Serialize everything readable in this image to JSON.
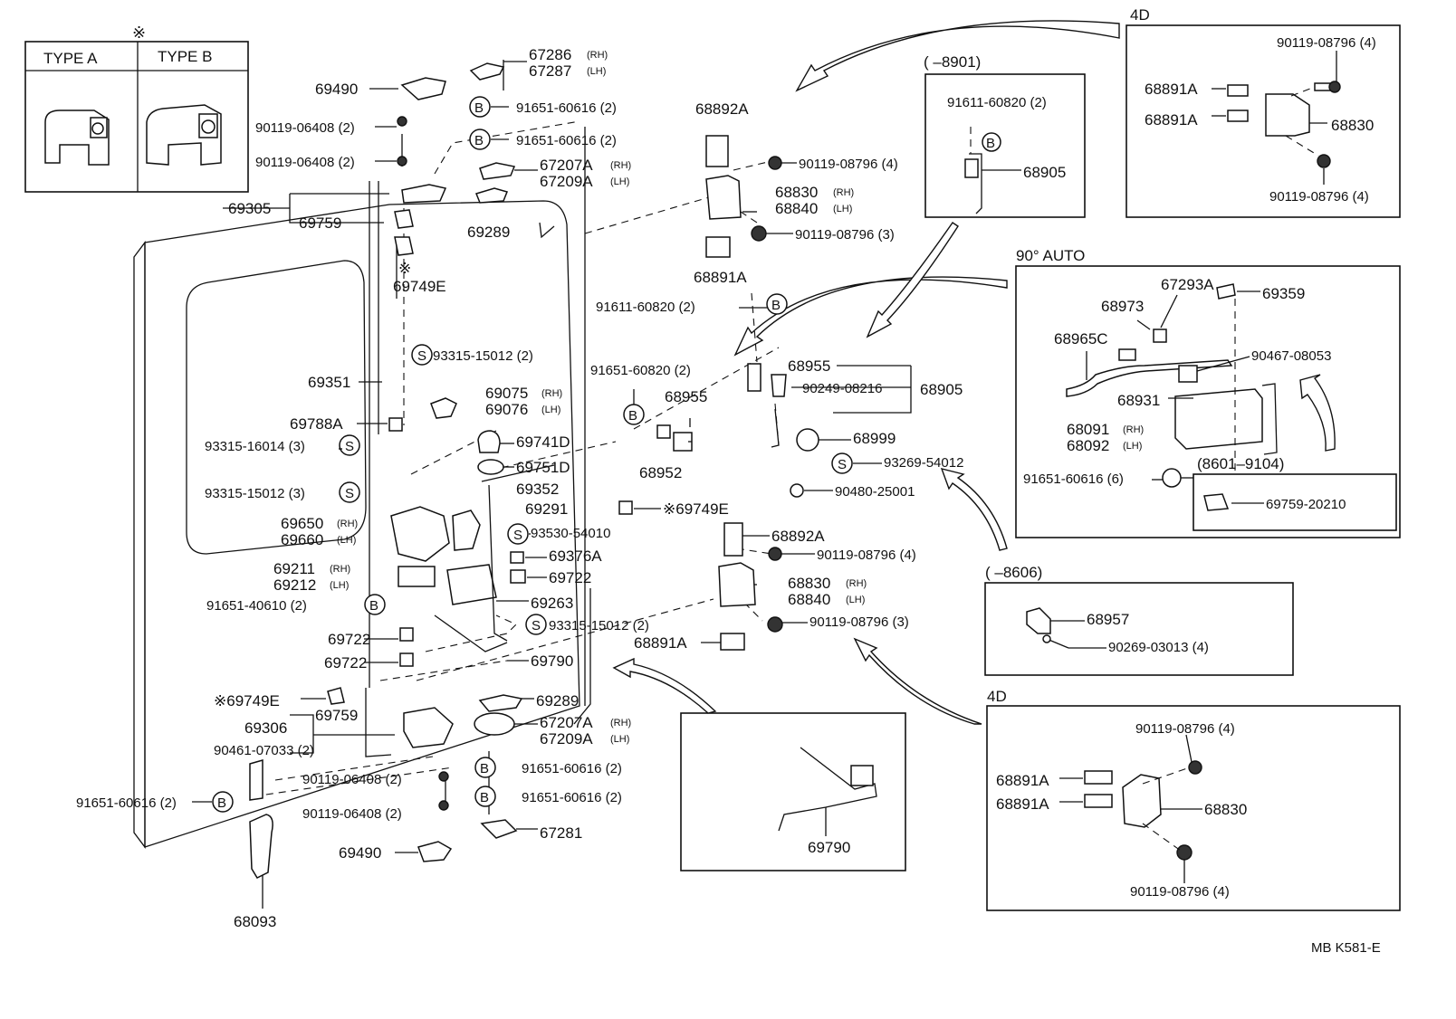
{
  "type_box": {
    "mark": "※",
    "type_a": "TYPE  A",
    "type_b": "TYPE  B"
  },
  "legend": {
    "b": "B",
    "s": "S"
  },
  "insets": {
    "box1_title": "4D",
    "box2_title": "(     –8901)",
    "box3_title": "90° AUTO",
    "box3_sub": "(8601–9104)",
    "box4_title": "(     –8606)",
    "box5_title": "4D"
  },
  "footer": {
    "code": "MB  K581-E"
  },
  "labels": {
    "p69490_top": "69490",
    "p90119_06408_a": "90119-06408 (2)",
    "p90119_06408_b": "90119-06408 (2)",
    "p69305": "69305",
    "p69759_top": "69759",
    "p69749E_top": "69749E",
    "p69749E_top_mark": "※",
    "p67286": "67286",
    "p67286_rh": "(RH)",
    "p67287": "67287",
    "p67287_lh": "(LH)",
    "p91651_60616_a": "91651-60616 (2)",
    "p91651_60616_b": "91651-60616 (2)",
    "p67207A_top": "67207A",
    "p67207A_top_rh": "(RH)",
    "p67209A_top": "67209A",
    "p67209A_top_lh": "(LH)",
    "p69289_top": "69289",
    "p69351": "69351",
    "p69788A": "69788A",
    "p93315_16014": "93315-16014 (3)",
    "p93315_15012_a": "93315-15012 (3)",
    "p93315_15012_b": "93315-15012 (2)",
    "p69075": "69075",
    "p69075_rh": "(RH)",
    "p69076": "69076",
    "p69076_lh": "(LH)",
    "p69741D": "69741D",
    "p69751D": "69751D",
    "p69352": "69352",
    "p69291": "69291",
    "p93530_54010": "93530-54010",
    "p69650": "69650",
    "p69650_rh": "(RH)",
    "p69660": "69660",
    "p69660_lh": "(LH)",
    "p69376A": "69376A",
    "p69722_a": "69722",
    "p69211": "69211",
    "p69211_rh": "(RH)",
    "p69212": "69212",
    "p69212_lh": "(LH)",
    "p69263": "69263",
    "p91651_40610": "91651-40610 (2)",
    "p93315_15012_c": "93315-15012 (2)",
    "p69722_b": "69722",
    "p69722_c": "69722",
    "p69790": "69790",
    "p69749E_mid": "※69749E",
    "p69749E_low": "※69749E",
    "p69289_low": "69289",
    "p69306": "69306",
    "p69759_low": "69759",
    "p67207A_low": "67207A",
    "p67207A_low_rh": "(RH)",
    "p67209A_low": "67209A",
    "p67209A_low_lh": "(LH)",
    "p90461_07033": "90461-07033 (2)",
    "p90119_06408_c": "90119-06408 (2)",
    "p91651_60616_c": "91651-60616 (2)",
    "p91651_60616_d": "91651-60616 (2)",
    "p91651_60616_e": "91651-60616 (2)",
    "p90119_06408_d": "90119-06408 (2)",
    "p67281": "67281",
    "p69490_low": "69490",
    "p68093": "68093",
    "p68892A_top": "68892A",
    "p90119_08796_a": "90119-08796 (4)",
    "p68830_top": "68830",
    "p68830_top_rh": "(RH)",
    "p68840_top": "68840",
    "p68840_top_lh": "(LH)",
    "p90119_08796_b": "90119-08796 (3)",
    "p68891A_top": "68891A",
    "p91611_60820_main": "91611-60820 (2)",
    "p91651_60820": "91651-60820 (2)",
    "p68955_a": "68955",
    "p68952": "68952",
    "p68955_b": "68955",
    "p90249_08216": "90249-08216",
    "p68905_main": "68905",
    "p68999": "68999",
    "p93269_54012": "93269-54012",
    "p90480_25001": "90480-25001",
    "p68892A_low": "68892A",
    "p90119_08796_c": "90119-08796 (4)",
    "p68830_low": "68830",
    "p68830_low_rh": "(RH)",
    "p68840_low": "68840",
    "p68840_low_lh": "(LH)",
    "p90119_08796_d": "90119-08796 (3)",
    "p68891A_low": "68891A",
    "p69790_inset": "69790",
    "p91611_60820_inset": "91611-60820 (2)",
    "p68905_inset": "68905",
    "p90119_08796_4d_a": "90119-08796 (4)",
    "p68891A_4d_a": "68891A",
    "p68891A_4d_b": "68891A",
    "p68830_4d_top": "68830",
    "p90119_08796_4d_b": "90119-08796 (4)",
    "p67293A": "67293A",
    "p69359": "69359",
    "p68973": "68973",
    "p68965C": "68965C",
    "p90467_08053": "90467-08053",
    "p68931": "68931",
    "p68091": "68091",
    "p68091_rh": "(RH)",
    "p68092": "68092",
    "p68092_lh": "(LH)",
    "p91651_60616_auto": "91651-60616 (6)",
    "p69759_20210": "69759-20210",
    "p68957": "68957",
    "p90269_03013": "90269-03013 (4)",
    "p90119_08796_4d_c": "90119-08796 (4)",
    "p68891A_4d_c": "68891A",
    "p68891A_4d_d": "68891A",
    "p68830_4d_low": "68830",
    "p90119_08796_4d_d": "90119-08796 (4)"
  }
}
